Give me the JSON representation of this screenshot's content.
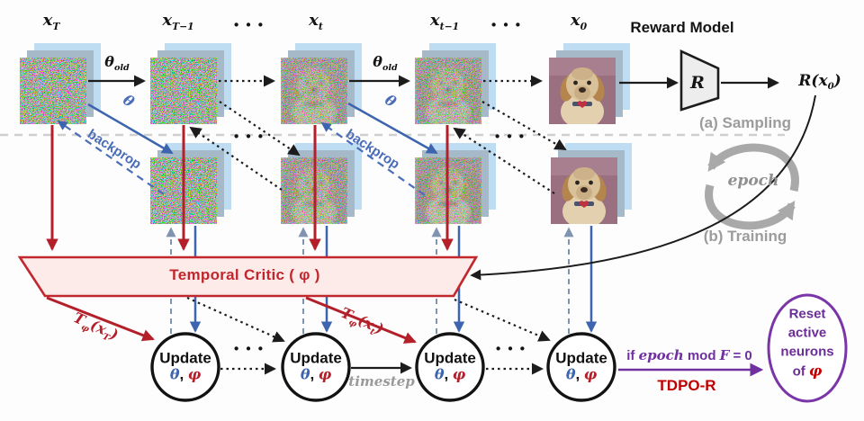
{
  "top": {
    "x_labels": [
      {
        "b": "x",
        "s": "T"
      },
      {
        "b": "x",
        "s": "T−1"
      },
      {
        "b": "x",
        "s": "t"
      },
      {
        "b": "x",
        "s": "t−1"
      },
      {
        "b": "x",
        "s": "0"
      }
    ],
    "theta_old": {
      "b": "θ",
      "s": "old"
    },
    "theta": "θ",
    "backprop": "backprop"
  },
  "shared": {
    "dots": "• • •"
  },
  "reward": {
    "title": "Reward Model",
    "r": "R",
    "out": {
      "pre": "R(x",
      "sub": "0",
      "post": ")"
    }
  },
  "phases": {
    "a": "(a) Sampling",
    "b": "(b) Training",
    "epoch": "epoch"
  },
  "critic": {
    "label": "Temporal Critic ( φ )"
  },
  "temporal": {
    "t1": {
      "T": "T",
      "phi": "φ",
      "pre": "(x",
      "sub": "T",
      "post": ")"
    },
    "t2": {
      "T": "T",
      "phi": "φ",
      "pre": "(x",
      "sub": "t",
      "post": ")"
    }
  },
  "update": {
    "label": "Update",
    "theta": "θ",
    "comma": ",",
    "phi": "φ",
    "timestep": "timestep"
  },
  "tdpo": {
    "cond": {
      "if": "if ",
      "epoch": "epoch",
      "mod": " mod ",
      "F": "F",
      "eq": " = 0"
    },
    "name": "TDPO-R"
  },
  "reset": {
    "lines": [
      "Reset",
      "active",
      "neurons"
    ],
    "of": "of ",
    "phi": "φ"
  },
  "colors": {
    "red": "#b3202a",
    "blue": "#3d64ae",
    "slate_dash": "#8093b0",
    "purple": "#7030a0",
    "critic_fill": "#fcebe9",
    "critic_stroke": "#c1272d",
    "gray_text": "#9c9c9c",
    "layer_blue": "#bedcf2",
    "layer_gray": "#a6b9c9"
  }
}
